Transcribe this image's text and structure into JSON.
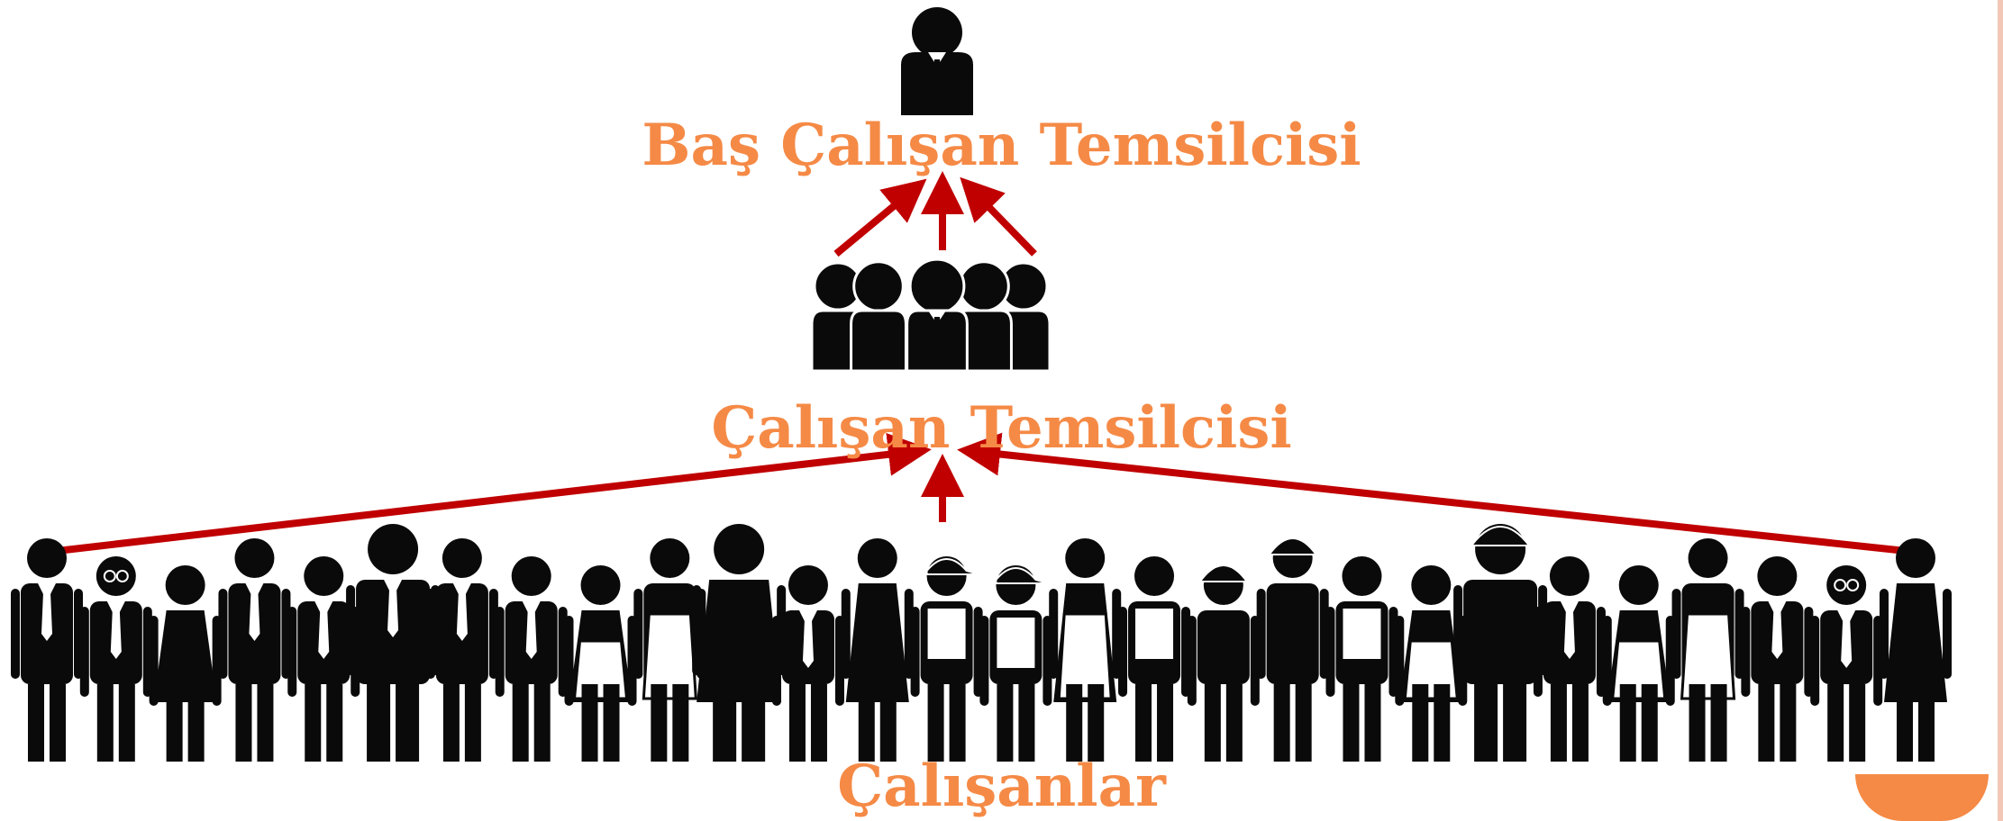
{
  "colors": {
    "accent": "#f58a46",
    "arrow": "#c00000",
    "figure": "#0a0a0a",
    "background": "#ffffff"
  },
  "labels": {
    "top": "Baş Çalışan Temsilcisi",
    "middle": "Çalışan Temsilcisi",
    "bottom": "Çalışanlar"
  },
  "icons": {
    "top": "manager-icon",
    "middle": "group-icon",
    "bottom": "workers-icon"
  },
  "workers": [
    "suit",
    "suit-glasses",
    "woman",
    "suit",
    "suit",
    "suit-large",
    "suit",
    "suit",
    "apron-woman",
    "apron",
    "woman-large",
    "suit",
    "woman",
    "cap",
    "cap",
    "apron-woman",
    "overalls",
    "hardhat",
    "hardhat",
    "overalls",
    "apron-woman",
    "hardhat-large",
    "suit",
    "apron-woman",
    "apron",
    "suit",
    "suit-glasses",
    "woman"
  ]
}
